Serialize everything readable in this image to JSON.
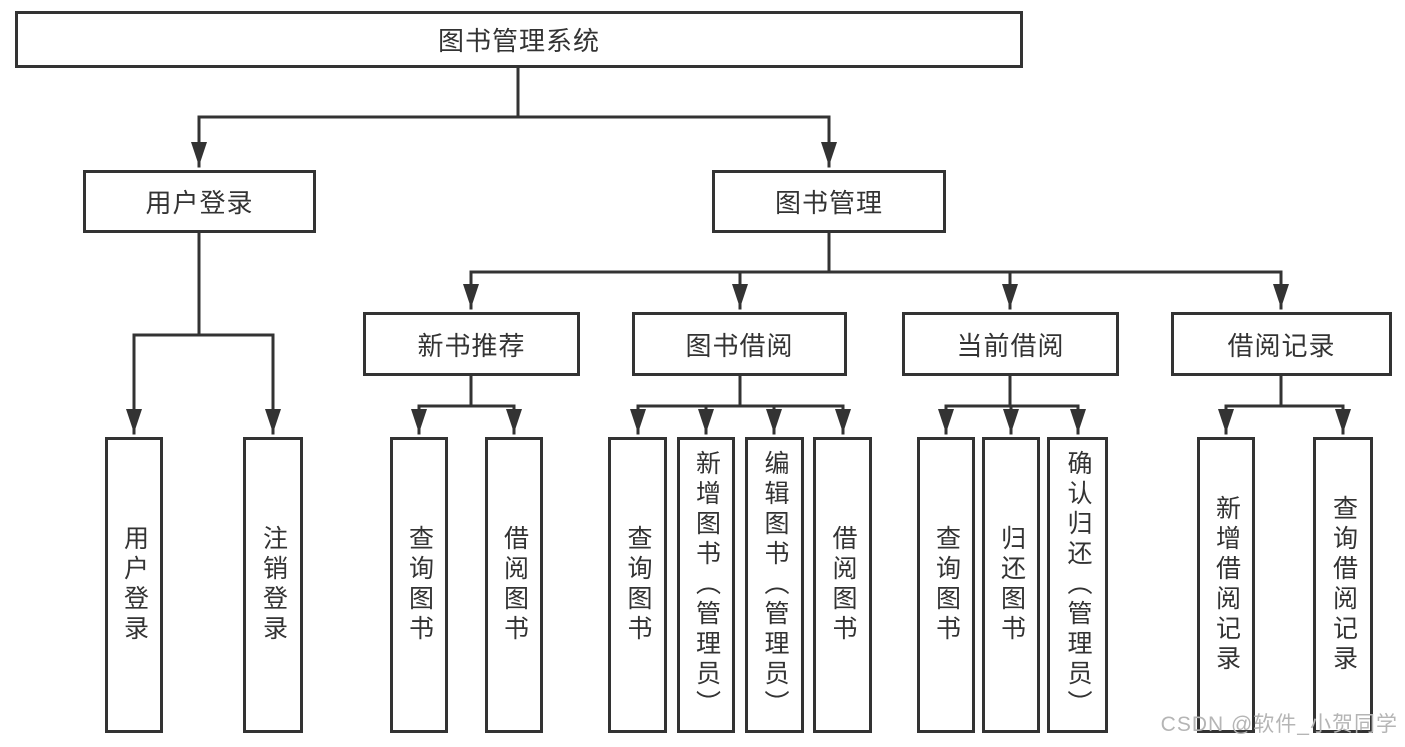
{
  "colors": {
    "line": "#333333",
    "box_border": "#333333",
    "text": "#333333",
    "watermark": "#b5b5b5",
    "background": "#ffffff"
  },
  "tree": {
    "root": {
      "label": "图书管理系统"
    },
    "branches": [
      {
        "label": "用户登录",
        "children": [
          {
            "label": "用户登录"
          },
          {
            "label": "注销登录"
          }
        ]
      },
      {
        "label": "图书管理",
        "children": [
          {
            "label": "新书推荐",
            "children": [
              {
                "label": "查询图书"
              },
              {
                "label": "借阅图书"
              }
            ]
          },
          {
            "label": "图书借阅",
            "children": [
              {
                "label": "查询图书"
              },
              {
                "label": "新增图书（管理员）"
              },
              {
                "label": "编辑图书（管理员）"
              },
              {
                "label": "借阅图书"
              }
            ]
          },
          {
            "label": "当前借阅",
            "children": [
              {
                "label": "查询图书"
              },
              {
                "label": "归还图书"
              },
              {
                "label": "确认归还（管理员）"
              }
            ]
          },
          {
            "label": "借阅记录",
            "children": [
              {
                "label": "新增借阅记录"
              },
              {
                "label": "查询借阅记录"
              }
            ]
          }
        ]
      }
    ]
  },
  "watermark": {
    "text": "CSDN @软件_小贺同学"
  }
}
